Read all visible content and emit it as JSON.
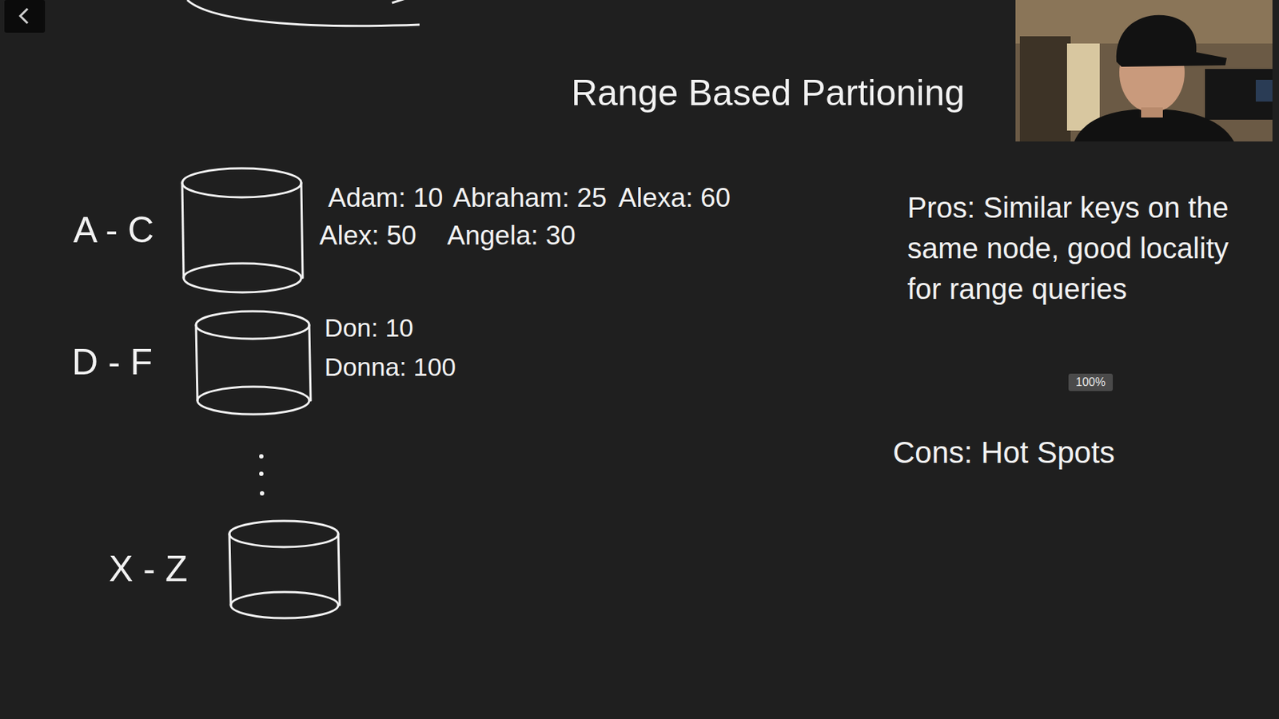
{
  "diagram": {
    "title": "Range Based Partioning",
    "nodes": [
      {
        "text": [
          "A - C"
        ]
      },
      {
        "text": [
          "D - F"
        ]
      },
      {
        "text": [
          "X - Z"
        ]
      }
    ],
    "labels": [
      "Adam: 10",
      "Abraham: 25",
      "Alexa: 60",
      "Alex: 50",
      "Angela: 30",
      "Don: 10",
      "Donna: 100",
      "Pros: Similar keys on the same node, good locality for range queries",
      "100%",
      "Cons: Hot Spots"
    ]
  }
}
